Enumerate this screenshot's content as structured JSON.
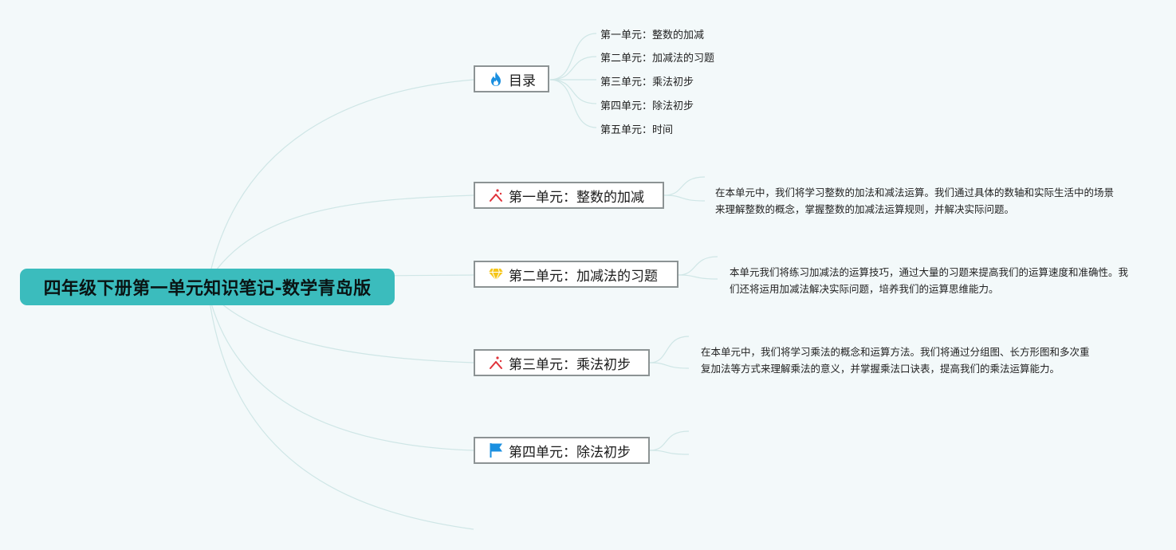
{
  "root": {
    "title": "四年级下册第一单元知识笔记-数学青岛版"
  },
  "toc": {
    "label": "目录",
    "icon": "flame-icon",
    "items": [
      "第一单元：整数的加减",
      "第二单元：加减法的习题",
      "第三单元：乘法初步",
      "第四单元：除法初步",
      "第五单元：时间"
    ]
  },
  "units": [
    {
      "label": "第一单元：整数的加减",
      "icon": "sparkle-icon",
      "description": "在本单元中，我们将学习整数的加法和减法运算。我们通过具体的数轴和实际生活中的场景来理解整数的概念，掌握整数的加减法运算规则，并解决实际问题。"
    },
    {
      "label": "第二单元：加减法的习题",
      "icon": "diamond-icon",
      "description": "本单元我们将练习加减法的运算技巧，通过大量的习题来提高我们的运算速度和准确性。我们还将运用加减法解决实际问题，培养我们的运算思维能力。"
    },
    {
      "label": "第三单元：乘法初步",
      "icon": "sparkle-icon",
      "description": "在本单元中，我们将学习乘法的概念和运算方法。我们将通过分组图、长方形图和多次重复加法等方式来理解乘法的意义，并掌握乘法口诀表，提高我们的乘法运算能力。"
    },
    {
      "label": "第四单元：除法初步",
      "icon": "flag-icon",
      "description": ""
    }
  ],
  "colors": {
    "root_fill": "#3bbcbd",
    "connector": "#cfe6e6",
    "background": "#f3f9fa",
    "flame": "#1a8fe0",
    "sparkle": "#e0323a",
    "diamond": "#f5c518",
    "flag": "#1a8fe0"
  }
}
